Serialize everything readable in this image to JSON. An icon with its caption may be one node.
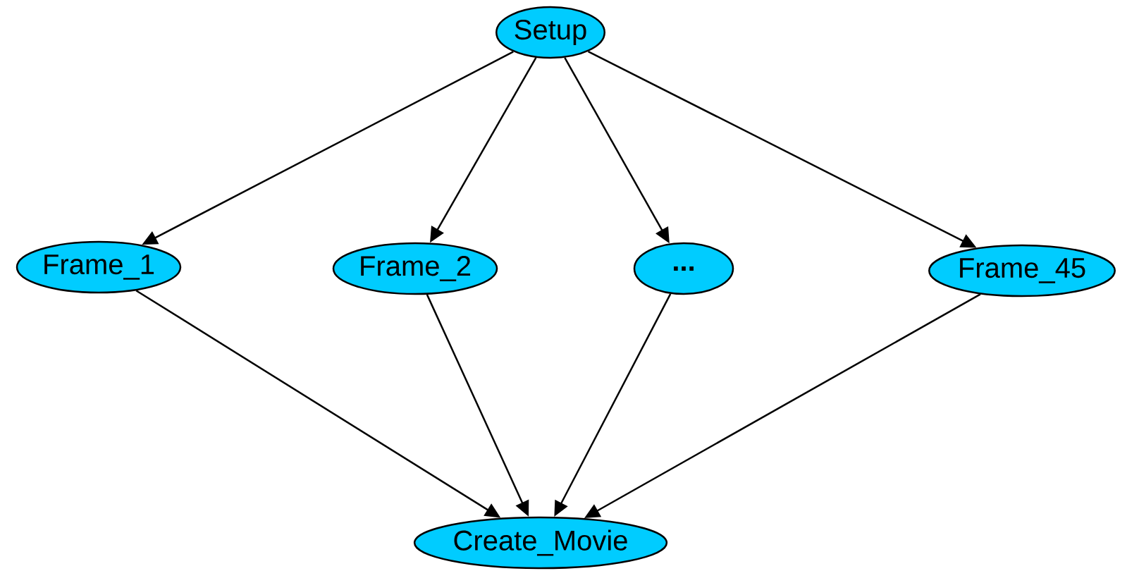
{
  "diagram": {
    "nodes": [
      {
        "text": [
          "Setup"
        ]
      },
      {
        "text": [
          "Frame_1"
        ]
      },
      {
        "text": [
          "Frame_2"
        ]
      },
      {
        "text": [
          "..."
        ]
      },
      {
        "text": [
          "Frame_45"
        ]
      },
      {
        "text": [
          "Create_Movie"
        ]
      }
    ],
    "edges": [
      {
        "from": 0,
        "to": 1,
        "arrow": "to"
      },
      {
        "from": 0,
        "to": 2,
        "arrow": "to"
      },
      {
        "from": 0,
        "to": 3,
        "arrow": "to"
      },
      {
        "from": 0,
        "to": 4,
        "arrow": "to"
      },
      {
        "from": 1,
        "to": 5,
        "arrow": "to"
      },
      {
        "from": 2,
        "to": 5,
        "arrow": "to"
      },
      {
        "from": 3,
        "to": 5,
        "arrow": "to"
      },
      {
        "from": 4,
        "to": 5,
        "arrow": "to"
      }
    ]
  }
}
